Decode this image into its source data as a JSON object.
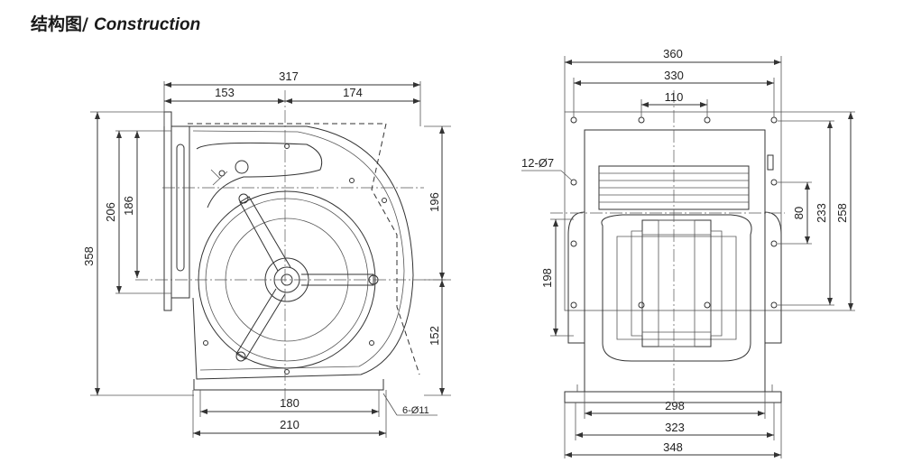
{
  "title": {
    "cn": "结构图/",
    "en": "Construction"
  },
  "left_view": {
    "dims": {
      "w317": "317",
      "w153": "153",
      "w174": "174",
      "h358": "358",
      "h206": "206",
      "h186": "186",
      "h196": "196",
      "h152": "152",
      "w180": "180",
      "w210": "210",
      "holes": "6-Ø11"
    }
  },
  "right_view": {
    "dims": {
      "w360": "360",
      "w330": "330",
      "w110": "110",
      "holes": "12-Ø7",
      "h80": "80",
      "h233": "233",
      "h258": "258",
      "h198": "198",
      "w298": "298",
      "w323": "323",
      "w348": "348"
    }
  }
}
